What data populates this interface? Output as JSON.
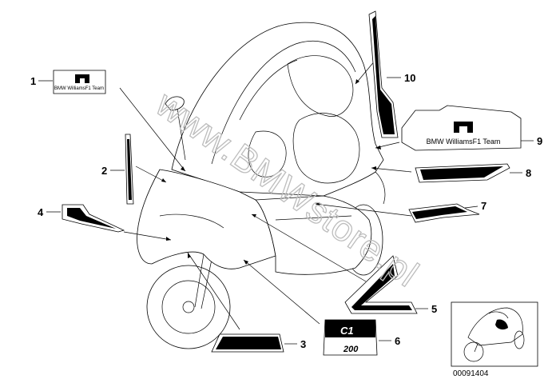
{
  "diagram": {
    "watermark": "www.BMWstore.pl",
    "part_code": "00091404",
    "decal_1_text": "BMW WilliamsF1 Team",
    "decal_9_text": "BMW WilliamsF1 Team",
    "decal_6_text_top": "C1",
    "decal_6_text_bottom": "200",
    "callouts": [
      {
        "id": 1,
        "label": "1"
      },
      {
        "id": 2,
        "label": "2"
      },
      {
        "id": 3,
        "label": "3"
      },
      {
        "id": 4,
        "label": "4"
      },
      {
        "id": 5,
        "label": "5"
      },
      {
        "id": 6,
        "label": "6"
      },
      {
        "id": 7,
        "label": "7"
      },
      {
        "id": 8,
        "label": "8"
      },
      {
        "id": 9,
        "label": "9"
      },
      {
        "id": 10,
        "label": "10"
      }
    ]
  },
  "colors": {
    "ink": "#000000",
    "watermark": "#bdbdbd",
    "background": "#ffffff"
  }
}
